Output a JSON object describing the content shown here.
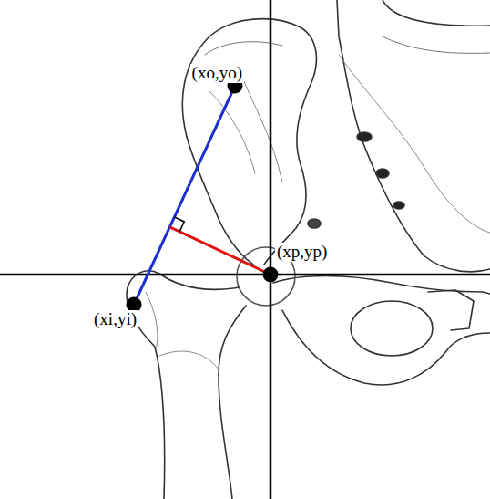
{
  "diagram": {
    "labels": [
      "(xo,yo)",
      "(xp,yp)",
      "(xi,yi)"
    ]
  }
}
